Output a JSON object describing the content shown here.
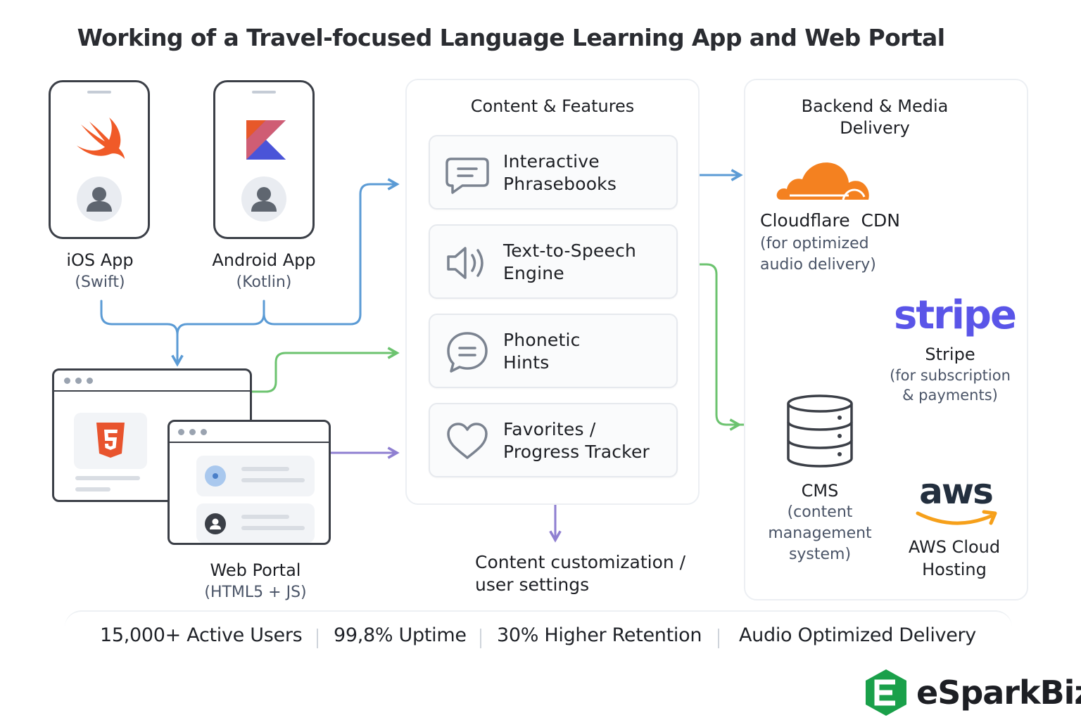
{
  "title": "Working of a Travel-focused Language Learning App and Web Portal",
  "clients": {
    "ios": {
      "name": "iOS App",
      "tech": "(Swift)"
    },
    "android": {
      "name": "Android App",
      "tech": "(Kotlin)"
    },
    "web": {
      "name": "Web Portal",
      "tech": "(HTML5 + JS)"
    }
  },
  "content_panel": {
    "title": "Content & Features",
    "features": [
      {
        "line1": "Interactive",
        "line2": "Phrasebooks",
        "icon": "chat-bubble-icon"
      },
      {
        "line1": "Text-to-Speech",
        "line2": "Engine",
        "icon": "speaker-icon"
      },
      {
        "line1": "Phonetic",
        "line2": "Hints",
        "icon": "phonetic-bubble-icon"
      },
      {
        "line1": "Favorites /",
        "line2": "Progress Tracker",
        "icon": "heart-icon"
      }
    ],
    "output_line1": "Content customization /",
    "output_line2": "user settings"
  },
  "backend_panel": {
    "title_line1": "Backend & Media",
    "title_line2": "Delivery",
    "cloudflare": {
      "name": "Cloudflare  CDN",
      "desc_line1": "(for optimized",
      "desc_line2": "audio delivery)"
    },
    "stripe": {
      "logo": "stripe",
      "name": "Stripe",
      "desc_line1": "(for subscription",
      "desc_line2": "& payments)"
    },
    "cms": {
      "name": "CMS",
      "desc_line1": "(content",
      "desc_line2": "management",
      "desc_line3": "system)"
    },
    "aws": {
      "logo": "aws",
      "name_line1": "AWS Cloud",
      "name_line2": "Hosting"
    }
  },
  "stats": [
    "15,000+ Active Users",
    "99,8% Uptime",
    "30% Higher Retention",
    "Audio Optimized Delivery"
  ],
  "brand": {
    "name": "eSparkBiz"
  },
  "colors": {
    "blue_flow": "#5b9bd5",
    "green_flow": "#6cc36f",
    "purple_flow": "#8f7fd1",
    "orange_flow": "#f6a623",
    "gray_flow": "#8a8f96",
    "swift": "#f05a28",
    "html5": "#e8542e",
    "cloudflare": "#f48120",
    "stripe": "#5a55e8",
    "brand_green": "#1aa04a"
  }
}
